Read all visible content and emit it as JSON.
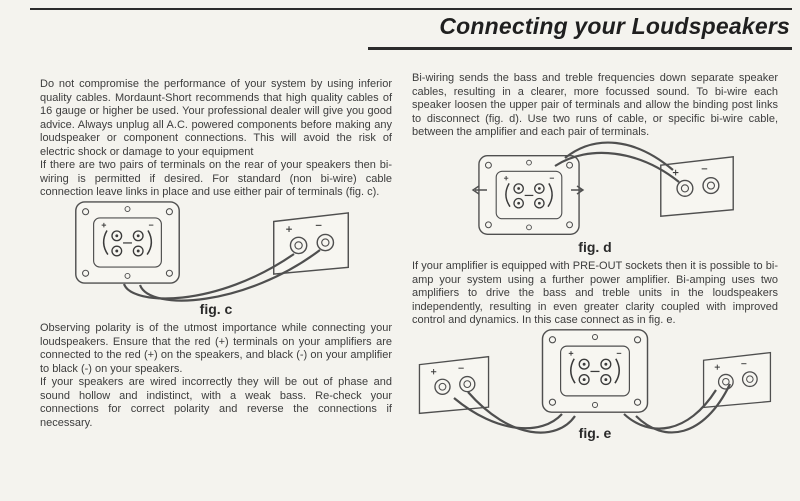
{
  "page": {
    "title": "Connecting your Loudspeakers",
    "left": {
      "para1": "Do not compromise the performance of your system by using inferior quality cables.  Mordaunt-Short recommends that high quality cables of 16 gauge or higher be used.  Your professional dealer will give you good advice.  Always unplug all A.C. powered components before making any loudspeaker or component connections.  This will avoid the risk of electric shock or damage to your equipment",
      "para2": "If there are two pairs of terminals on the rear of your speakers then bi-wiring is permitted if desired.  For standard (non bi-wire) cable connection leave links in place and use either pair of terminals (fig. c).",
      "fig_c_caption": "fig. c",
      "para3": "Observing polarity is of the utmost importance while connecting your loudspeakers. Ensure that the red (+) terminals on your amplifiers are connected to the red (+) on the speakers, and black (-) on your amplifier to black (-) on your speakers.",
      "para4": "If your speakers are wired incorrectly they will be out of phase and sound hollow and indistinct, with a weak bass.  Re-check your connections for correct polarity and reverse the connections if necessary."
    },
    "right": {
      "para1": "Bi-wiring sends the bass and treble frequencies down separate speaker cables, resulting in a clearer, more focussed sound.  To bi-wire each speaker loosen the upper pair of terminals and allow the binding post links to disconnect (fig. d).  Use two runs of cable, or specific bi-wire cable, between the amplifier and each pair of terminals.",
      "fig_d_caption": "fig. d",
      "para2": "If your amplifier is equipped with PRE-OUT sockets then it is possible to bi-amp your system using a further power amplifier.  Bi-amping uses two amplifiers to drive the bass and treble units in the loudspeakers independently, resulting in even greater clarity coupled with improved control and dynamics. In this case connect as in fig. e.",
      "fig_e_caption": "fig. e"
    }
  }
}
